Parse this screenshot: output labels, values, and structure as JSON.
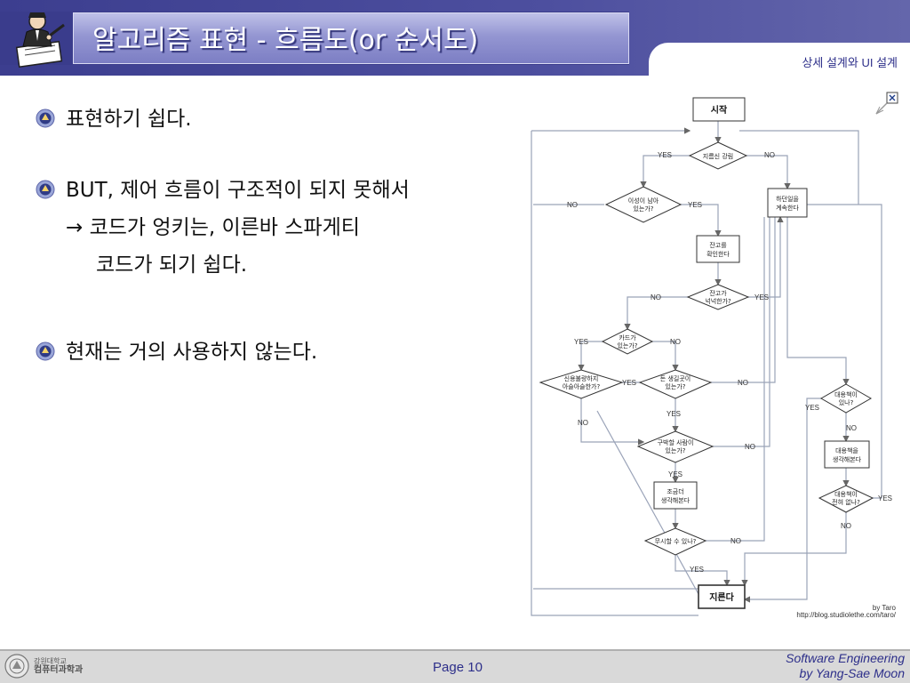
{
  "header": {
    "title": "알고리즘 표현 - 흐름도(or 순서도)",
    "subtitle": "상세 설계와 UI 설계"
  },
  "bullets": [
    {
      "text": "표현하기 쉽다."
    },
    {
      "text": "BUT, 제어 흐름이 구조적이 되지 못해서",
      "cont1": "→ 코드가 엉키는, 이른바 스파게티",
      "cont2": "코드가 되기 쉽다."
    },
    {
      "text": "현재는 거의 사용하지 않는다."
    }
  ],
  "flowchart": {
    "start": "시작",
    "n_waking": "지름신 강림",
    "n_needed_1": "이성이 남아",
    "n_needed_2": "있는가?",
    "n_hold_1": "하던일을",
    "n_hold_2": "계속한다",
    "n_balance_1": "잔고를",
    "n_balance_2": "확인한다",
    "n_enough_1": "잔고가",
    "n_enough_2": "넉넉한가?",
    "n_card_1": "카드가",
    "n_card_2": "있는가?",
    "n_credit_1": "신용불량하지",
    "n_credit_2": "아슬아슬한가?",
    "n_money_1": "돈 생길곳이",
    "n_money_2": "있는가?",
    "n_buyer_1": "구박할 사람이",
    "n_buyer_2": "있는가?",
    "n_think_1": "조금더",
    "n_think_2": "생각해본다",
    "n_ignore": "무시할 수 있나?",
    "n_alt_1": "대용책이",
    "n_alt_2": "있나?",
    "n_alt_think_1": "대용책을",
    "n_alt_think_2": "생각해본다",
    "n_alt_none_1": "대용책이",
    "n_alt_none_2": "전혀 없나?",
    "end": "지른다",
    "yes": "YES",
    "no": "NO",
    "credit_by": "by Taro",
    "credit_url": "http://blog.studiolethe.com/taro/"
  },
  "footer": {
    "page": "Page 10",
    "line1": "Software Engineering",
    "line2": "by Yang-Sae Moon",
    "logo_1": "강원대학교",
    "logo_2": "컴퓨터과학과"
  },
  "colors": {
    "header_blue": "#3c3e8f",
    "title_box": "#9496d2",
    "accent_text": "#2d2f8a"
  }
}
